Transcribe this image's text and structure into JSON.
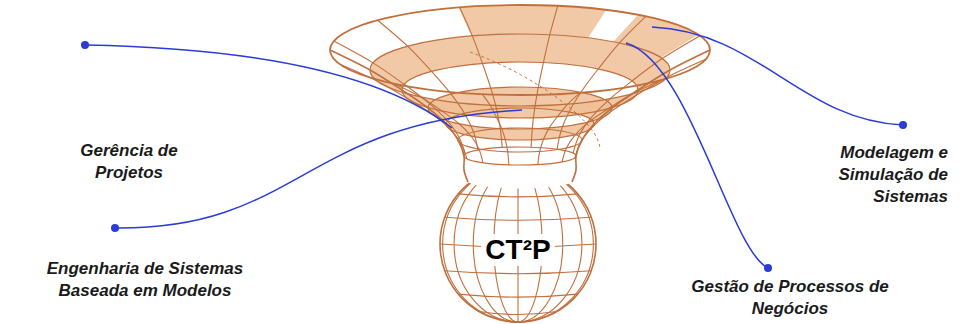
{
  "diagram": {
    "nodes": [
      {
        "text": [
          "CT²P"
        ]
      }
    ],
    "labels": [
      "Gerência de Projetos",
      "Engenharia de Sistemas Baseada em Modelos",
      "Modelagem e Simulação de Sistemas",
      "Gestão de Processos de Negócios"
    ]
  }
}
